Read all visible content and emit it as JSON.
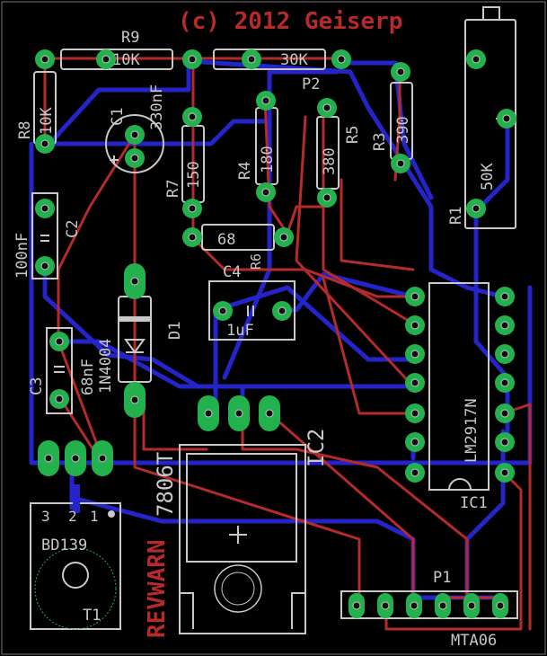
{
  "title": "(c) 2012 Geiserp",
  "logo": "REVWARN",
  "colors": {
    "background": "#000000",
    "top_copper": "#b52a2a",
    "bottom_copper": "#2424c8",
    "pad": "#22b14c",
    "silk": "#c8c8c8"
  },
  "components": {
    "R9": {
      "name": "R9",
      "value": "10K"
    },
    "R8": {
      "name": "R8",
      "value": "10K"
    },
    "C1": {
      "name": "C1",
      "value": "330nF"
    },
    "P2": {
      "name": "P2",
      "value": "30K"
    },
    "R5": {
      "name": "R5",
      "value": "380"
    },
    "R3": {
      "name": "R3",
      "value": "390"
    },
    "R1": {
      "name": "R1",
      "value": "50K"
    },
    "R7": {
      "name": "R7",
      "value": "150"
    },
    "R4": {
      "name": "R4",
      "value": "180"
    },
    "R6": {
      "name": "R6",
      "value": "68"
    },
    "C2": {
      "name": "C2",
      "value": "100nF"
    },
    "C4": {
      "name": "C4",
      "value": "1uF"
    },
    "D1": {
      "name": "D1",
      "value": "1N4004"
    },
    "C3": {
      "name": "C3",
      "value": "68nF"
    },
    "IC1": {
      "name": "IC1",
      "value": "LM2917N"
    },
    "IC2": {
      "name": "IC2",
      "value": "7806T"
    },
    "T1": {
      "name": "T1",
      "value": "BD139",
      "pins": [
        "3",
        "2",
        "1"
      ]
    },
    "P1": {
      "name": "P1",
      "value": "MTA06"
    }
  }
}
